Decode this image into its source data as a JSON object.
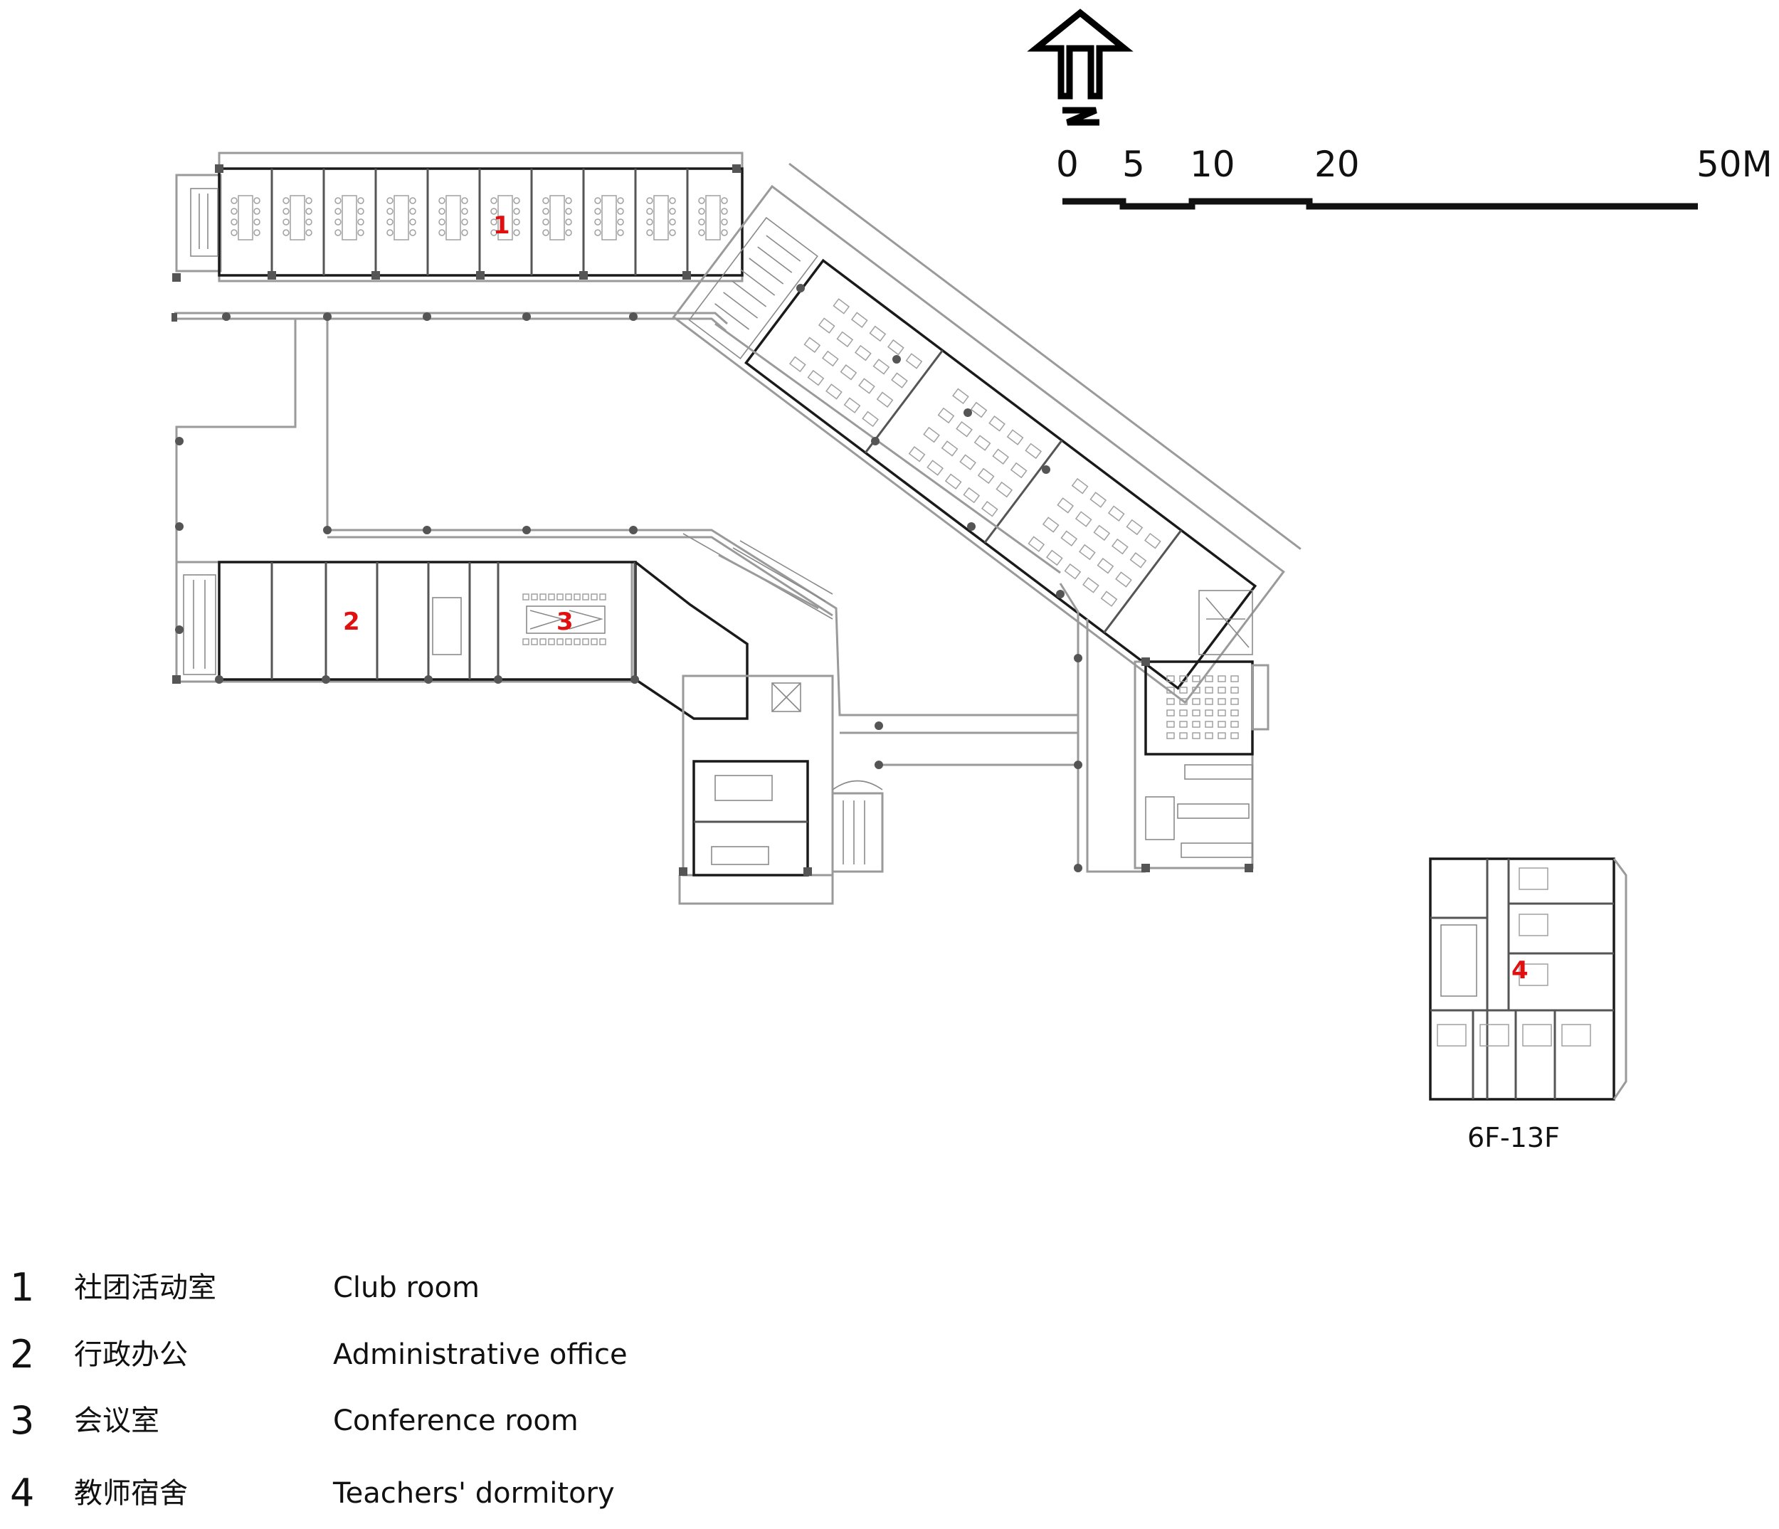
{
  "north_arrow": {
    "icon": "north-arrow-icon",
    "letter": "N"
  },
  "scale_bar": {
    "ticks": [
      "0",
      "5",
      "10",
      "20",
      "50M"
    ]
  },
  "plan": {
    "room_markers": [
      "1",
      "2",
      "3",
      "4"
    ],
    "upper_floor_label": "6F-13F"
  },
  "legend": [
    {
      "num": "1",
      "cn": "社团活动室",
      "en": "Club room"
    },
    {
      "num": "2",
      "cn": "行政办公",
      "en": "Administrative office"
    },
    {
      "num": "3",
      "cn": "会议室",
      "en": "Conference room"
    },
    {
      "num": "4",
      "cn": "教师宿舍",
      "en": "Teachers' dormitory"
    }
  ],
  "colors": {
    "marker": "#e01010",
    "ink": "#111111",
    "wall": "#9a9a9a"
  }
}
